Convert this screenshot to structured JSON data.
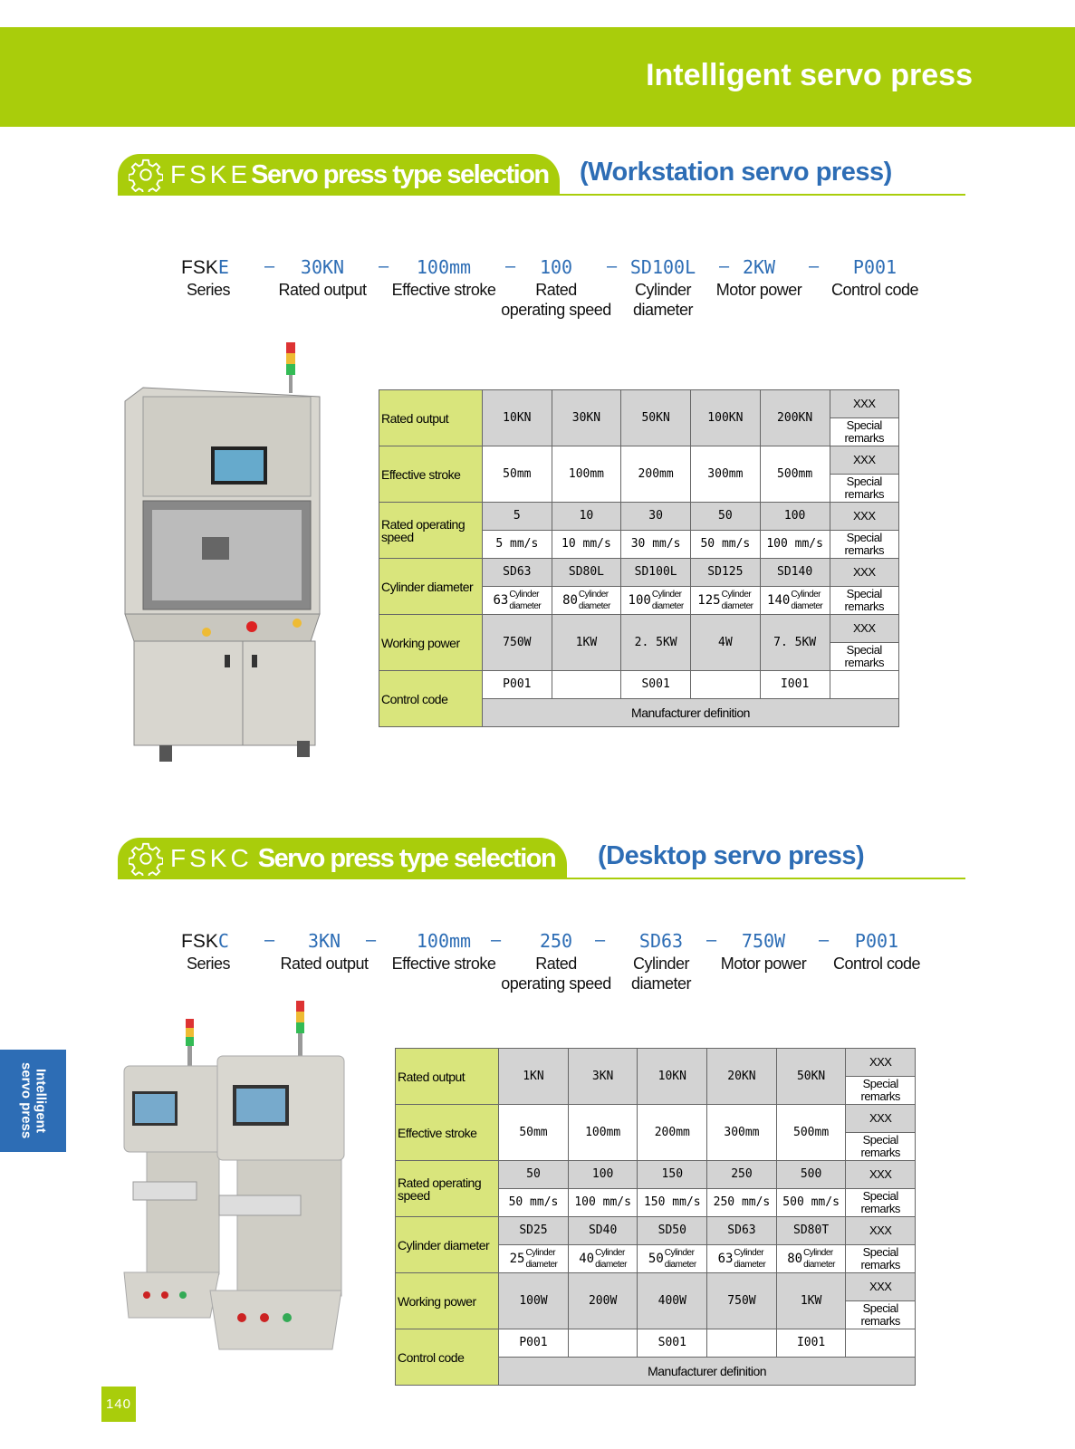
{
  "header": {
    "title": "Intelligent servo press"
  },
  "side_tab": "Intelligent servo press",
  "page_number": "140",
  "colors": {
    "green": "#a9cd0b",
    "blue": "#2d6db5",
    "label_bg": "#d9e57c",
    "cell_gray": "#d3d3d3"
  },
  "sections": [
    {
      "code": "FSKE",
      "title": "Servo press type selection",
      "subtitle": "(Workstation servo press)",
      "model": {
        "series_prefix": "FSK",
        "series_suffix": "E",
        "parts": [
          "30KN",
          "100mm",
          "100",
          "SD100L",
          "2KW",
          "P001"
        ],
        "labels": [
          "Series",
          "Rated output",
          "Effective stroke",
          "Rated\noperating speed",
          "Cylinder\ndiameter",
          "Motor power",
          "Control code"
        ]
      },
      "table": {
        "rows": [
          {
            "label": "Rated output",
            "type": "single",
            "bg": "g",
            "values": [
              "10KN",
              "30KN",
              "50KN",
              "100KN",
              "200KN"
            ]
          },
          {
            "label": "Effective stroke",
            "type": "single",
            "bg": "w",
            "values": [
              "50mm",
              "100mm",
              "200mm",
              "300mm",
              "500mm"
            ]
          },
          {
            "label": "Rated operating speed",
            "type": "double",
            "top": [
              "5",
              "10",
              "30",
              "50",
              "100"
            ],
            "bottom": [
              "5 mm/s",
              "10 mm/s",
              "30 mm/s",
              "50 mm/s",
              "100 mm/s"
            ]
          },
          {
            "label": "Cylinder diameter",
            "type": "cyl",
            "top": [
              "SD63",
              "SD80L",
              "SD100L",
              "SD125",
              "SD140"
            ],
            "bottom": [
              "63",
              "80",
              "100",
              "125",
              "140"
            ],
            "unit": [
              "Cylinder",
              "diameter"
            ]
          },
          {
            "label": "Working power",
            "type": "single",
            "bg": "g",
            "values": [
              "750W",
              "1KW",
              "2. 5KW",
              "4W",
              "7. 5KW"
            ]
          },
          {
            "label": "Control code",
            "type": "control",
            "values": [
              "P001",
              "",
              "S001",
              "",
              "I001"
            ],
            "footer": "Manufacturer definition"
          }
        ],
        "xxx": "XXX",
        "special": "Special remarks"
      }
    },
    {
      "code": "FSKC",
      "title": "Servo press type selection",
      "subtitle": "(Desktop servo press)",
      "model": {
        "series_prefix": "FSK",
        "series_suffix": "C",
        "parts": [
          "3KN",
          "100mm",
          "250",
          "SD63",
          "750W",
          "P001"
        ],
        "labels": [
          "Series",
          "Rated output",
          "Effective stroke",
          "Rated\noperating speed",
          "Cylinder\ndiameter",
          "Motor power",
          "Control code"
        ]
      },
      "table": {
        "rows": [
          {
            "label": "Rated output",
            "type": "single",
            "bg": "g",
            "values": [
              "1KN",
              "3KN",
              "10KN",
              "20KN",
              "50KN"
            ]
          },
          {
            "label": "Effective stroke",
            "type": "single",
            "bg": "w",
            "values": [
              "50mm",
              "100mm",
              "200mm",
              "300mm",
              "500mm"
            ]
          },
          {
            "label": "Rated operating speed",
            "type": "double",
            "top": [
              "50",
              "100",
              "150",
              "250",
              "500"
            ],
            "bottom": [
              "50 mm/s",
              "100 mm/s",
              "150 mm/s",
              "250 mm/s",
              "500 mm/s"
            ]
          },
          {
            "label": "Cylinder diameter",
            "type": "cyl",
            "top": [
              "SD25",
              "SD40",
              "SD50",
              "SD63",
              "SD80T"
            ],
            "bottom": [
              "25",
              "40",
              "50",
              "63",
              "80"
            ],
            "unit": [
              "Cylinder",
              "diameter"
            ]
          },
          {
            "label": "Working power",
            "type": "single",
            "bg": "g",
            "values": [
              "100W",
              "200W",
              "400W",
              "750W",
              "1KW"
            ]
          },
          {
            "label": "Control code",
            "type": "control",
            "values": [
              "P001",
              "",
              "S001",
              "",
              "I001"
            ],
            "footer": "Manufacturer definition"
          }
        ],
        "xxx": "XXX",
        "special": "Special remarks"
      }
    }
  ]
}
